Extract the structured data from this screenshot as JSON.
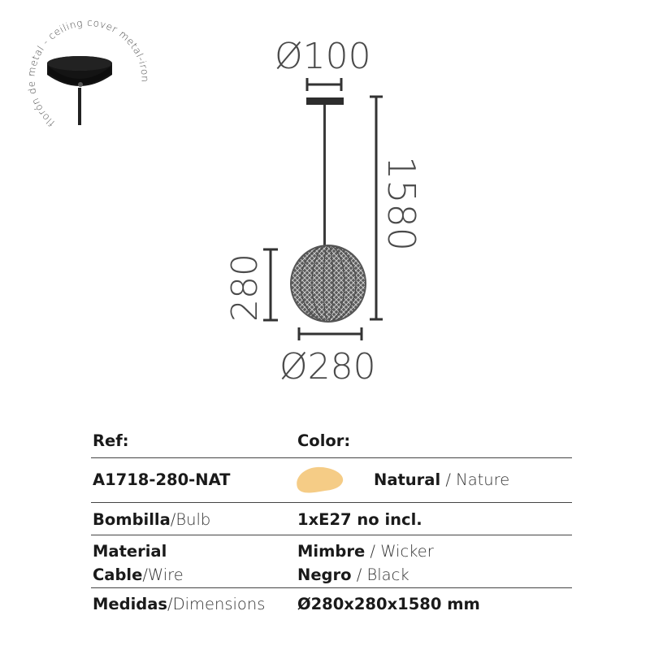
{
  "figure": {
    "cover_caption": "florón de metal - ceiling cover metal-iron",
    "dim_top": "Ø100",
    "dim_height": "1580",
    "dim_shade_height": "280",
    "dim_shade_diameter": "Ø280"
  },
  "spec": {
    "ref_label": "Ref:",
    "color_label": "Color:",
    "ref_value": "A1718-280-NAT",
    "color_swatch": "#f5cc86",
    "color_es": "Natural",
    "color_sep": " / ",
    "color_en": "Nature",
    "bulb_label_es": "Bombilla",
    "bulb_label_en": "/Bulb",
    "bulb_value": "1xE27 no incl.",
    "material_label": "Material",
    "material_es": "Mimbre",
    "material_sep": " / ",
    "material_en": "Wicker",
    "cable_label_es": "Cable",
    "cable_label_en": "/Wire",
    "cable_es": "Negro",
    "cable_sep": " / ",
    "cable_en": "Black",
    "dims_label_es": "Medidas",
    "dims_label_en": "/Dimensions",
    "dims_value": "Ø280x280x1580 mm"
  }
}
